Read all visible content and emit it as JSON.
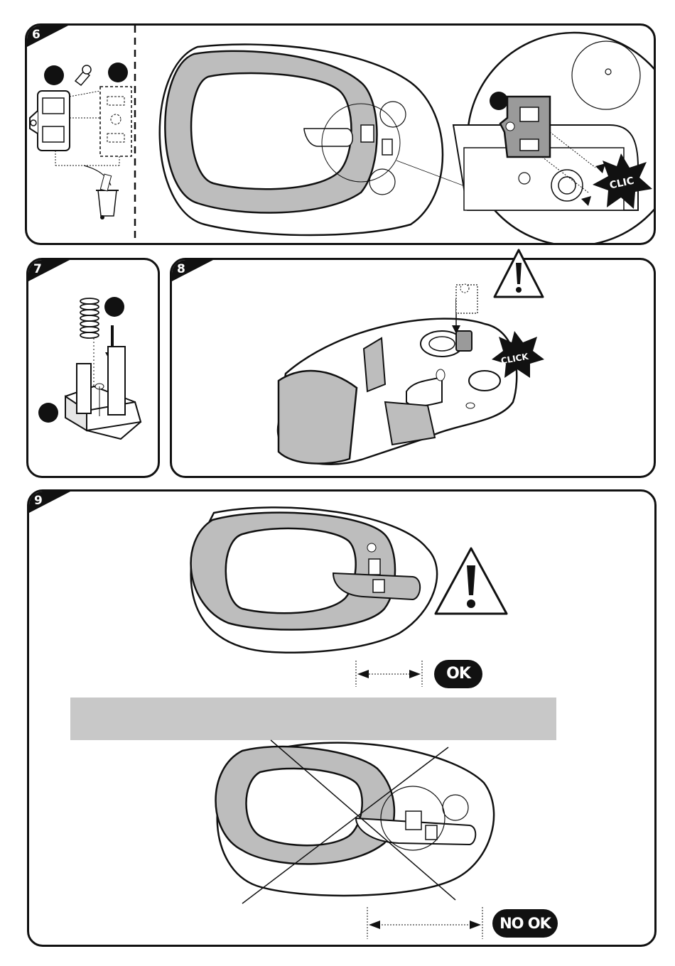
{
  "steps": {
    "step6": {
      "number": "6"
    },
    "step7": {
      "number": "7"
    },
    "step8": {
      "number": "8"
    },
    "step9": {
      "number": "9"
    }
  },
  "callouts": {
    "clic": "CLIC",
    "click": "CLICK"
  },
  "results": {
    "ok": "OK",
    "no_ok": "NO OK"
  },
  "icons": {
    "warning": "warning-triangle-icon",
    "trash": "trash-bin-icon",
    "key": "key-icon",
    "spring": "spring-icon"
  },
  "colors": {
    "ink": "#111111",
    "shade": "#bdbdbd",
    "light_shade": "#e6e6e6",
    "banner": "#c8c8c8"
  }
}
